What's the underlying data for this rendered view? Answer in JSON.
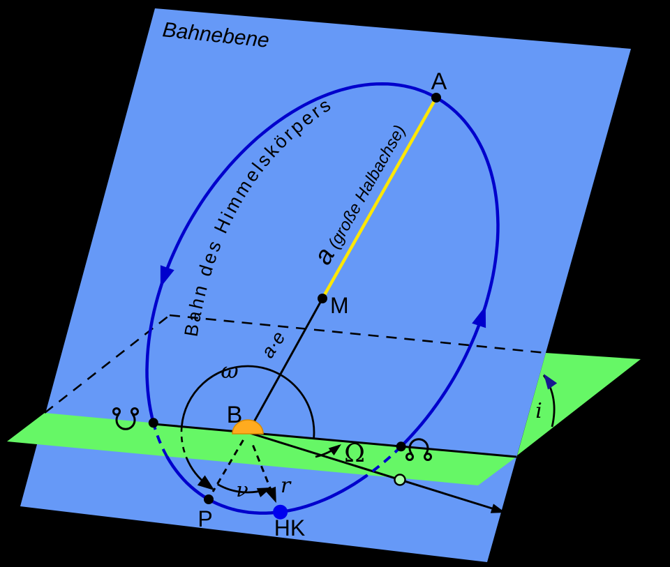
{
  "diagram": {
    "plane_labels": {
      "orbital_plane": "Bahnebene",
      "orbit_curve": "Bahn des Himmelskörpers"
    },
    "points": {
      "apoapsis": "A",
      "center": "M",
      "focus": "B",
      "periapsis": "P",
      "body": "HK"
    },
    "measures": {
      "semi_major_prefix": "a",
      "semi_major_suffix": " (große Halbachse)",
      "linear_eccentricity": "a·e",
      "radius": "r"
    },
    "angles": {
      "argument_of_periapsis": "ω",
      "longitude_of_ascending_node": "Ω",
      "true_anomaly": "ν",
      "inclination": "i"
    },
    "node_symbols": {
      "ascending_node": "☊",
      "descending_node": "☋"
    },
    "colors": {
      "background": "#000000",
      "orbital_plane": "#6699f7",
      "reference_plane": "#66f766",
      "orbit": "#0000cc",
      "body_dot": "#0000ee",
      "semi_major_axis": "#ffe805",
      "sun_fill": "#ffab1f",
      "sun_stroke": "#d98a00",
      "node_marker_fill": "#aaffaa",
      "inclination_arrow": "#181890",
      "line": "#000000"
    }
  }
}
